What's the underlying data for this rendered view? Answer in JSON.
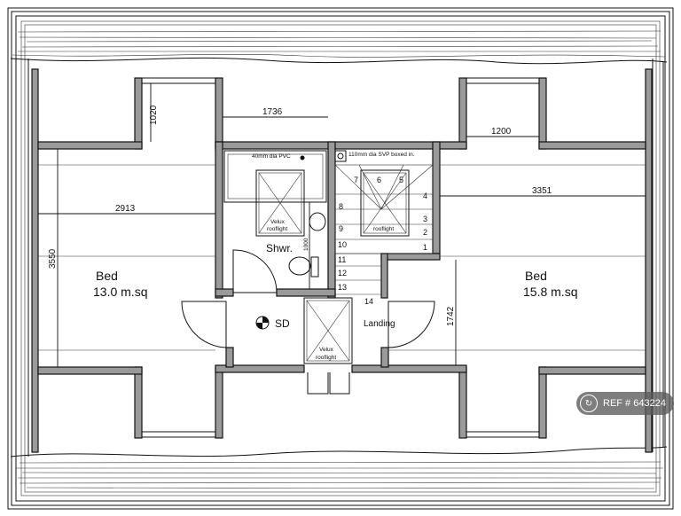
{
  "rooms": {
    "bed_left_name": "Bed",
    "bed_left_area": "13.0 m.sq",
    "bed_right_name": "Bed",
    "bed_right_area": "15.8 m.sq",
    "shower": "Shwr.",
    "landing": "Landing",
    "smoke_detector": "SD"
  },
  "dimensions": {
    "d1020": "1020",
    "d1736": "1736",
    "d1200": "1200",
    "d2913": "2913",
    "d3351": "3351",
    "d3550": "3550",
    "d1742": "1742",
    "d1000": "1000"
  },
  "notes": {
    "pvc": "40mm dia PVC",
    "svp": "110mm dia SVP boxed in.",
    "velux": "Velux",
    "rooflight": "rooflight"
  },
  "stairs": [
    "1",
    "2",
    "3",
    "4",
    "5",
    "6",
    "7",
    "8",
    "9",
    "10",
    "11",
    "12",
    "13",
    "14"
  ],
  "badge": {
    "text": "REF # 643224"
  }
}
